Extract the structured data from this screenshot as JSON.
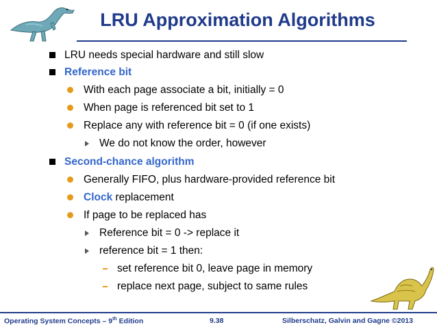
{
  "slide": {
    "title": "LRU Approximation Algorithms",
    "colors": {
      "title": "#1f3a8a",
      "highlight": "#3366cc",
      "bullet_dot": "#e69a1a"
    },
    "bullets": [
      {
        "level": 1,
        "marker": "square-bullet-icon",
        "text": "LRU needs special hardware and still slow"
      },
      {
        "level": 1,
        "marker": "square-bullet-icon",
        "highlight": "Reference bit",
        "text": ""
      },
      {
        "level": 2,
        "marker": "dot-bullet-icon",
        "text": "With each page associate a bit, initially = 0"
      },
      {
        "level": 2,
        "marker": "dot-bullet-icon",
        "text": "When page is referenced bit set to 1"
      },
      {
        "level": 2,
        "marker": "dot-bullet-icon",
        "text": "Replace any with reference bit = 0 (if one exists)"
      },
      {
        "level": 3,
        "marker": "triangle-bullet-icon",
        "text": "We do not know the order, however"
      },
      {
        "level": 1,
        "marker": "square-bullet-icon",
        "highlight": "Second-chance algorithm",
        "text": ""
      },
      {
        "level": 2,
        "marker": "dot-bullet-icon",
        "text": "Generally FIFO, plus hardware-provided reference bit"
      },
      {
        "level": 2,
        "marker": "dot-bullet-icon",
        "highlight": "Clock",
        "text": " replacement"
      },
      {
        "level": 2,
        "marker": "dot-bullet-icon",
        "text": "If page to be replaced has"
      },
      {
        "level": 3,
        "marker": "triangle-bullet-icon",
        "text": "Reference bit = 0 -> replace it"
      },
      {
        "level": 3,
        "marker": "triangle-bullet-icon",
        "text": "reference bit = 1 then:"
      },
      {
        "level": 4,
        "marker": "dash-bullet-icon",
        "text": "set reference bit 0, leave page in memory"
      },
      {
        "level": 4,
        "marker": "dash-bullet-icon",
        "text": "replace next page, subject to same rules"
      }
    ]
  },
  "footer": {
    "left_prefix": "Operating System Concepts – 9",
    "left_sup": "th",
    "left_suffix": " Edition",
    "center": "9.38",
    "right": "Silberschatz, Galvin and Gagne ©2013"
  }
}
